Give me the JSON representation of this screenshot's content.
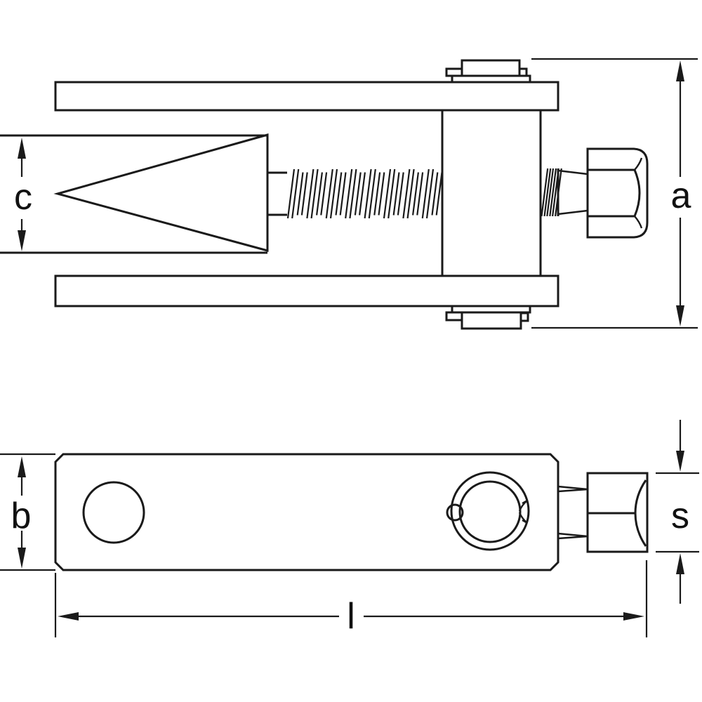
{
  "drawing_labels": {
    "a": "a",
    "b": "b",
    "c": "c",
    "s": "s",
    "l": "l"
  },
  "colors": {
    "line": "#1a1a1a",
    "text": "#111111",
    "background": "#ffffff"
  }
}
